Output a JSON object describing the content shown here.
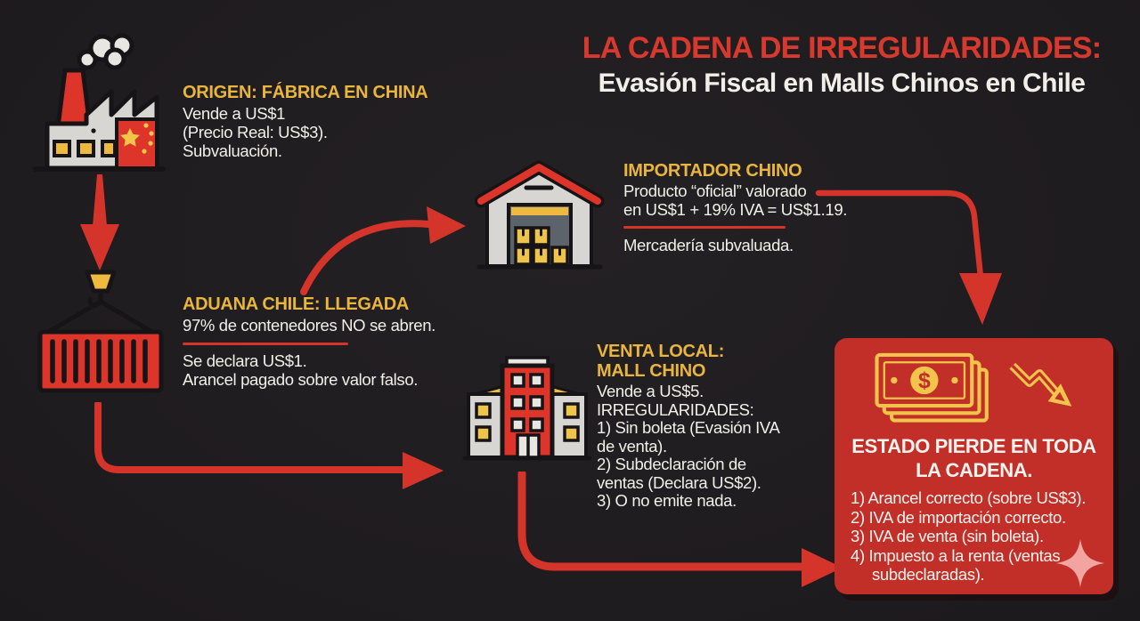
{
  "header": {
    "title": "LA CADENA DE IRREGULARIDADES:",
    "subtitle": "Evasión Fiscal en Malls Chinos en Chile"
  },
  "colors": {
    "background": "#201d20",
    "accent_red": "#d5342b",
    "accent_yellow": "#e9b53c",
    "text_white": "#f2efe9",
    "box_red": "#c22f29",
    "sparkle_pink": "#f2a5a0"
  },
  "nodes": {
    "origen": {
      "icon": "factory-china-icon",
      "heading": "ORIGEN: FÁBRICA EN CHINA",
      "lines": [
        "Vende a US$1",
        "(Precio Real: US$3).",
        "Subvaluación."
      ]
    },
    "aduana": {
      "icon": "container-crane-icon",
      "heading": "ADUANA CHILE: LLEGADA",
      "lines_top": [
        "97% de contenedores NO se abren."
      ],
      "lines_bottom": [
        "Se declara US$1.",
        "Arancel pagado sobre valor falso."
      ]
    },
    "importador": {
      "icon": "warehouse-icon",
      "heading": "IMPORTADOR CHINO",
      "lines_top": [
        "Producto “oficial” valorado",
        "en US$1 + 19% IVA = US$1.19."
      ],
      "lines_bottom": [
        "Mercadería subvaluada."
      ]
    },
    "venta_local": {
      "icon": "mall-building-icon",
      "heading_lines": [
        "VENTA LOCAL:",
        "MALL CHINO"
      ],
      "lines": [
        "Vende a US$5.",
        "IRREGULARIDADES:",
        "1) Sin boleta (Evasión IVA",
        "de venta).",
        "2) Subdeclaración de",
        "ventas (Declara US$2).",
        "3) O no emite nada."
      ]
    },
    "estado": {
      "icons": [
        "money-bills-icon",
        "trend-down-icon"
      ],
      "heading_lines": [
        "ESTADO PIERDE EN TODA",
        "LA CADENA."
      ],
      "items": [
        "1) Arancel correcto (sobre US$3).",
        "2) IVA de importación correcto.",
        "3) IVA de venta (sin boleta).",
        "4) Impuesto a la renta (ventas",
        "     subdeclaradas)."
      ],
      "dollar_sign": "$"
    }
  }
}
